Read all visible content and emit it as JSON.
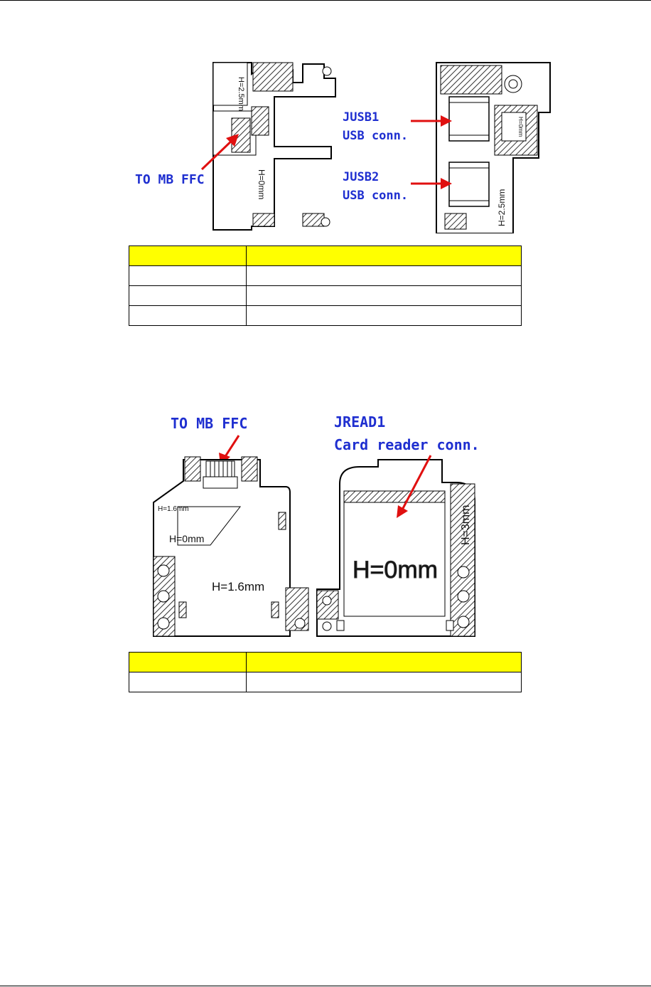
{
  "figure1": {
    "left_board": {
      "dim_top": "H=2.5mm",
      "dim_mid": "H=0mm",
      "label": "TO MB FFC"
    },
    "right_board": {
      "jusb1_ref": "JUSB1",
      "jusb1_desc": "USB conn.",
      "jusb2_ref": "JUSB2",
      "jusb2_desc": "USB conn.",
      "dim_right": "H=2.5mm",
      "dim_box": "H=0mm"
    }
  },
  "figure2": {
    "left_board": {
      "label": "TO MB FFC",
      "dim_a": "H=1.6mm",
      "dim_b": "H=0mm",
      "dim_c": "H=1.6mm"
    },
    "right_board": {
      "ref": "JREAD1",
      "desc": "Card reader conn.",
      "dim_center": "H=0mm",
      "dim_side": "H=3mm"
    }
  },
  "table1": {
    "rows": [
      [
        "",
        ""
      ],
      [
        "",
        ""
      ],
      [
        "",
        ""
      ],
      [
        "",
        ""
      ]
    ]
  },
  "table2": {
    "rows": [
      [
        "",
        ""
      ],
      [
        "",
        ""
      ]
    ]
  }
}
